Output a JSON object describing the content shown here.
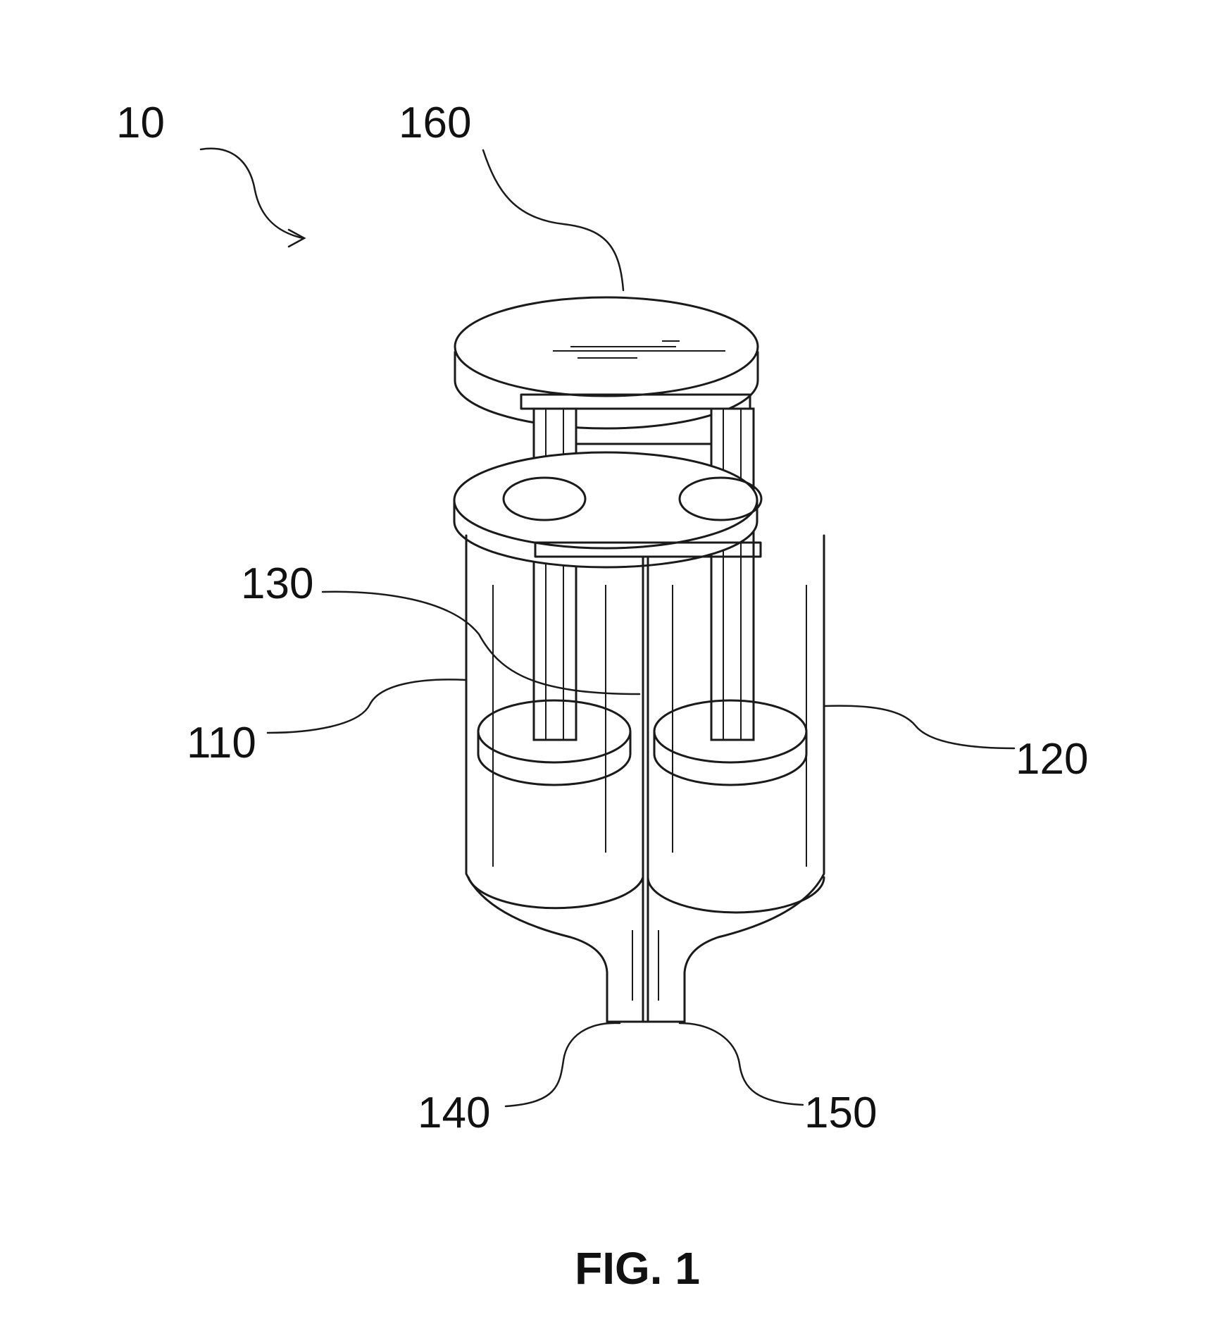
{
  "figure": {
    "caption": "FIG. 1",
    "labels": {
      "device": "10",
      "plunger_head": "160",
      "divider": "130",
      "first_barrel": "110",
      "second_barrel": "120",
      "first_outlet": "140",
      "second_outlet": "150"
    }
  }
}
